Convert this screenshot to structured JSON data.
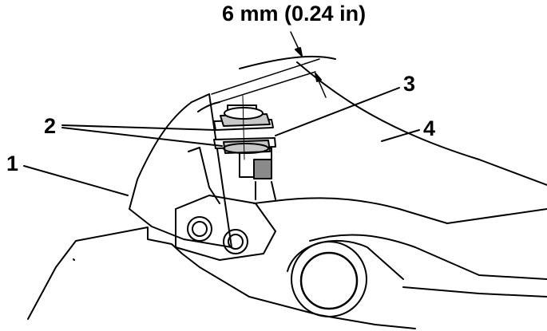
{
  "dimension": {
    "label": "6 mm (0.24 in)"
  },
  "callouts": [
    {
      "number": "1"
    },
    {
      "number": "2"
    },
    {
      "number": "3"
    },
    {
      "number": "4"
    }
  ],
  "colors": {
    "line": "#000000",
    "background": "#ffffff",
    "sensor_fill": "#8a8a8a",
    "nut_fill": "#c8c8c8"
  }
}
